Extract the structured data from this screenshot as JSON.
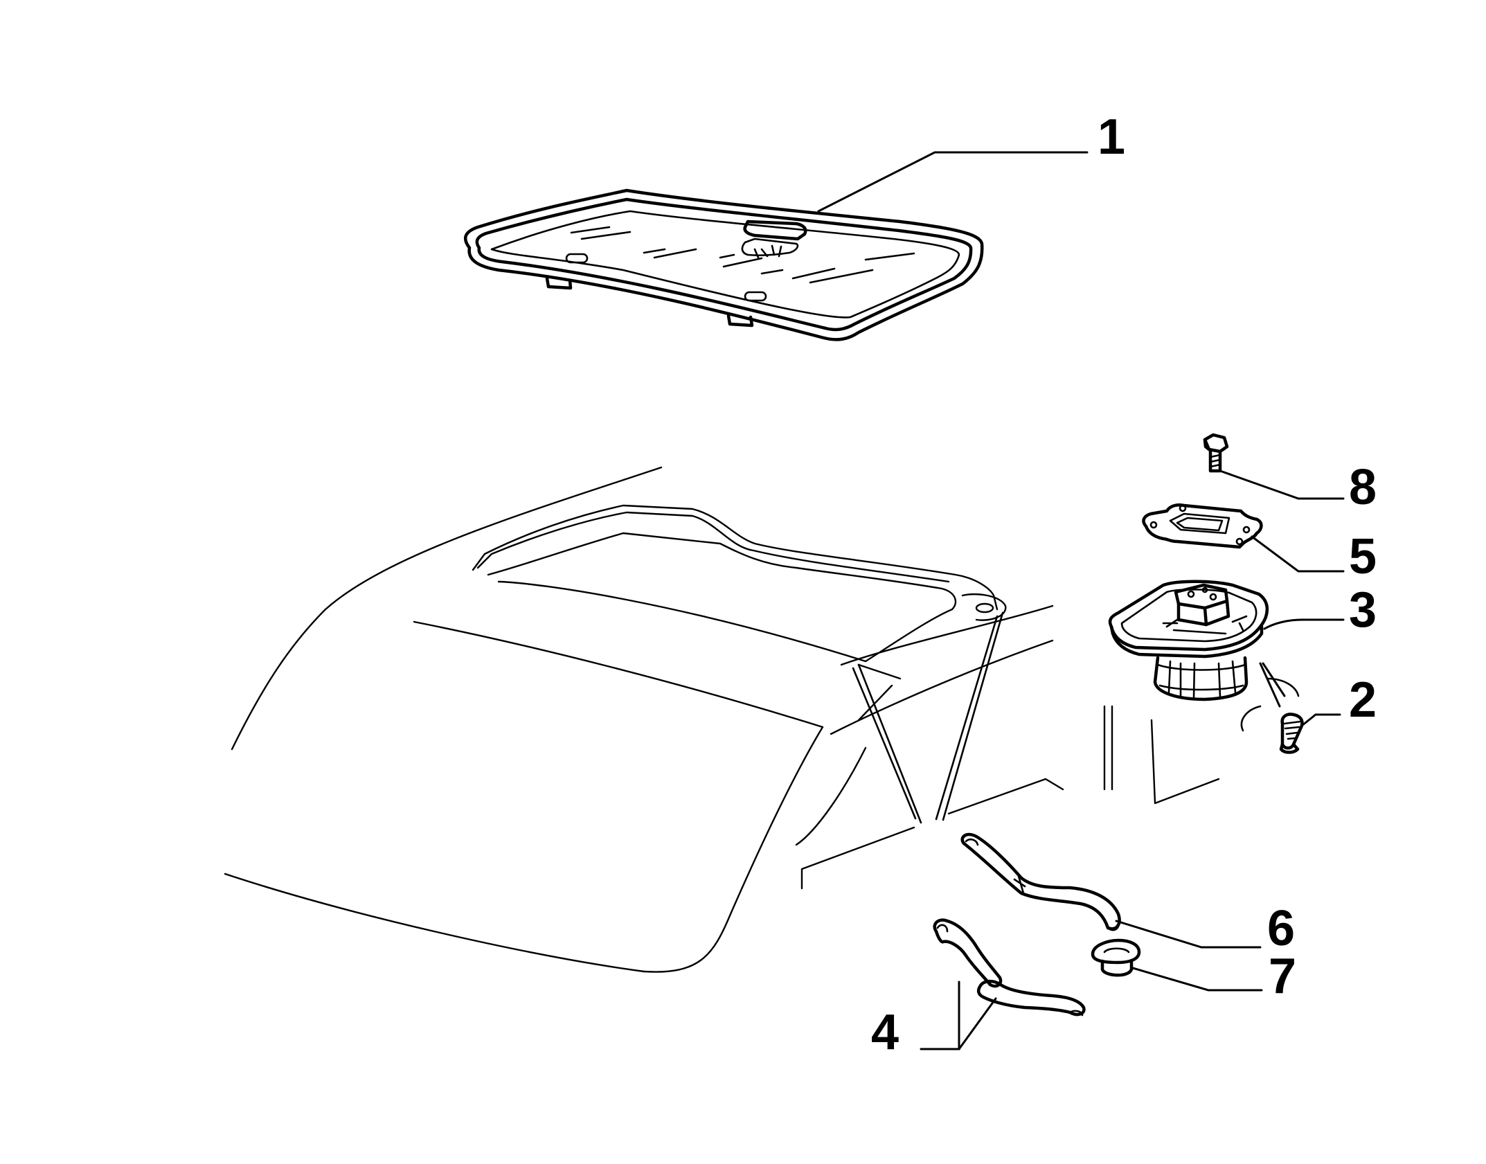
{
  "callouts": [
    {
      "key": "sunroof-glass",
      "label": "1"
    },
    {
      "key": "screw",
      "label": "2"
    },
    {
      "key": "motor",
      "label": "3"
    },
    {
      "key": "drain-hoses",
      "label": "4"
    },
    {
      "key": "gasket-plate",
      "label": "5"
    },
    {
      "key": "drain-hose",
      "label": "6"
    },
    {
      "key": "grommet",
      "label": "7"
    },
    {
      "key": "bolt",
      "label": "8"
    }
  ]
}
